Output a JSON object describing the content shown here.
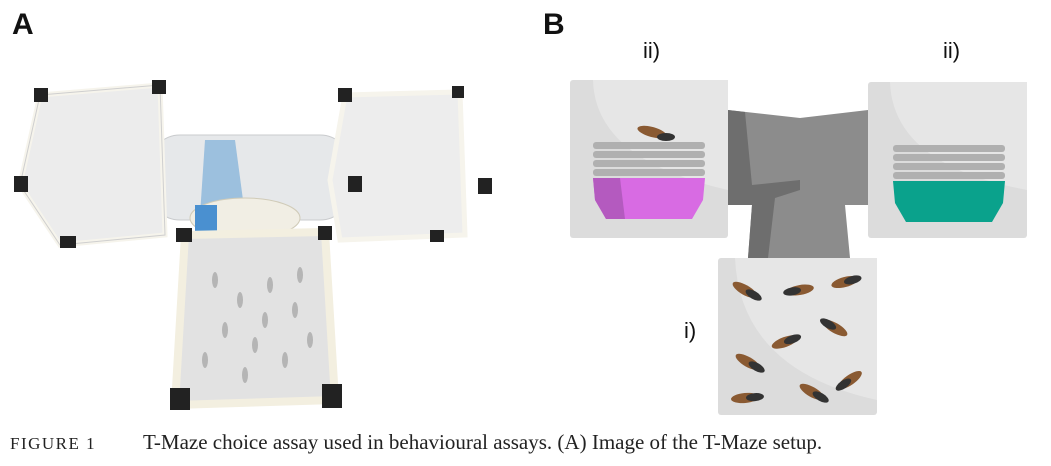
{
  "panels": {
    "a": {
      "label": "A"
    },
    "b": {
      "label": "B",
      "choice_left_label": "ii)",
      "choice_right_label": "ii)",
      "release_label": "i)"
    }
  },
  "colors": {
    "left_bowl": "#d86be3",
    "right_bowl": "#0aa28c",
    "maze": "#8c8c8c"
  },
  "caption": {
    "figure_label": "FIGURE 1",
    "text": "T-Maze choice assay used in behavioural assays. (A) Image of the T-Maze setup."
  }
}
